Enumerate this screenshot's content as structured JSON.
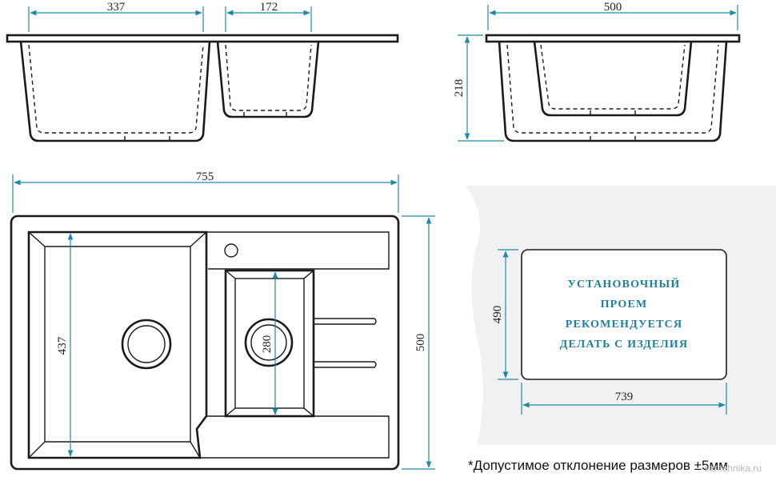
{
  "dimensions": {
    "left_bowl_width": "337",
    "right_bowl_width": "172",
    "side_depth_width": "500",
    "height": "218",
    "overall_width": "755",
    "left_bowl_length": "437",
    "right_bowl_length": "280",
    "overall_depth": "500",
    "cutout_depth": "490",
    "cutout_width": "739"
  },
  "cutout_note": {
    "lines": [
      "УСТАНОВОЧНЫЙ",
      "ПРОЕМ",
      "РЕКОМЕНДУЕТСЯ",
      "ДЕЛАТЬ С ИЗДЕЛИЯ"
    ]
  },
  "tolerance_note": "*Допустимое отклонение размеров ±5мм",
  "watermark": "santehnika.ru",
  "colors": {
    "dimension": "#1f8aa6",
    "outline": "#1a1a1a",
    "note_text": "#1d7f9c"
  }
}
